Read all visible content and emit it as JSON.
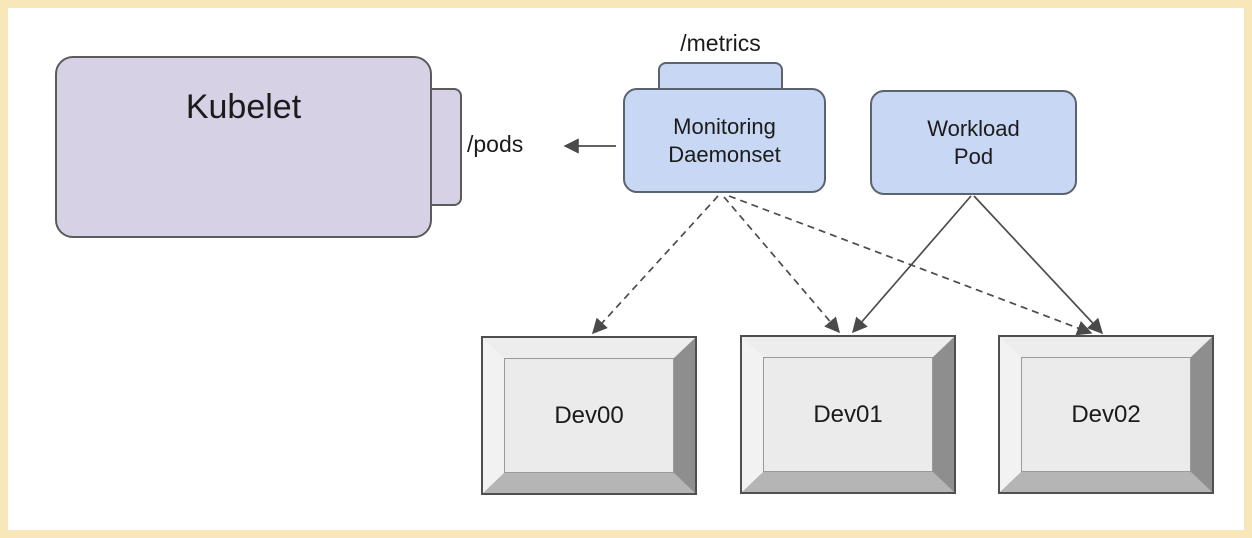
{
  "frame": {
    "border_color": "#f8e7b8",
    "background": "#ffffff"
  },
  "colors": {
    "kubelet_fill": "#d7d1e5",
    "pod_fill": "#c8d7f3",
    "shape_border": "#5b5b5b",
    "connector": "#4c4c4c",
    "device_face": "#ebebeb",
    "device_bevel_dark": "#8e8e8e"
  },
  "nodes": {
    "kubelet": {
      "label": "Kubelet",
      "endpoint_label": "/pods"
    },
    "monitoring_daemonset": {
      "label_line1": "Monitoring",
      "label_line2": "Daemonset",
      "endpoint_label": "/metrics"
    },
    "workload_pod": {
      "label_line1": "Workload",
      "label_line2": "Pod"
    }
  },
  "devices": [
    {
      "label": "Dev00"
    },
    {
      "label": "Dev01"
    },
    {
      "label": "Dev02"
    }
  ],
  "edges": [
    {
      "from": "monitoring_daemonset",
      "to": "kubelet",
      "via": "/pods",
      "style": "solid",
      "direction": "left"
    },
    {
      "from": "monitoring_daemonset",
      "to": "Dev00",
      "style": "dashed"
    },
    {
      "from": "monitoring_daemonset",
      "to": "Dev01",
      "style": "dashed"
    },
    {
      "from": "monitoring_daemonset",
      "to": "Dev02",
      "style": "dashed"
    },
    {
      "from": "workload_pod",
      "to": "Dev01",
      "style": "solid"
    },
    {
      "from": "workload_pod",
      "to": "Dev02",
      "style": "solid"
    }
  ]
}
